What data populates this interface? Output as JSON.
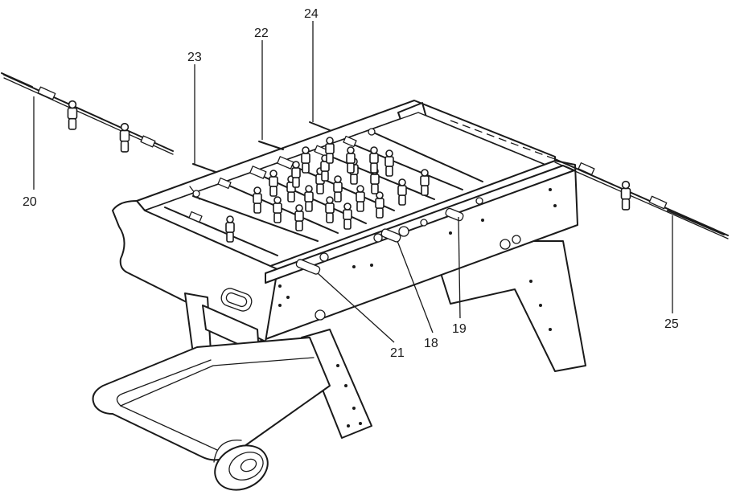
{
  "diagram": {
    "labels": [
      {
        "id": "part-20",
        "text": "20"
      },
      {
        "id": "part-23",
        "text": "23"
      },
      {
        "id": "part-22",
        "text": "22"
      },
      {
        "id": "part-24",
        "text": "24"
      },
      {
        "id": "part-21",
        "text": "21"
      },
      {
        "id": "part-18",
        "text": "18"
      },
      {
        "id": "part-19",
        "text": "19"
      },
      {
        "id": "part-25",
        "text": "25"
      }
    ]
  }
}
